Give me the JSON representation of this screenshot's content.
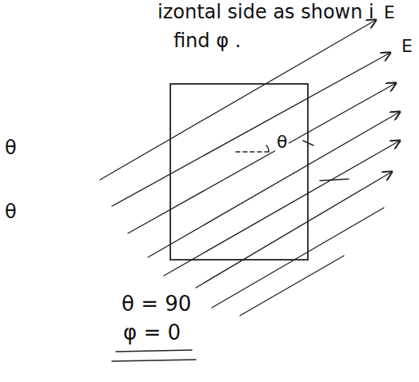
{
  "diagram": {
    "labels": [
      "izontal side as shown i",
      "find φ .",
      "E",
      "E",
      "θ",
      "θ",
      "θ",
      "θ = 90",
      "φ = 0"
    ]
  }
}
